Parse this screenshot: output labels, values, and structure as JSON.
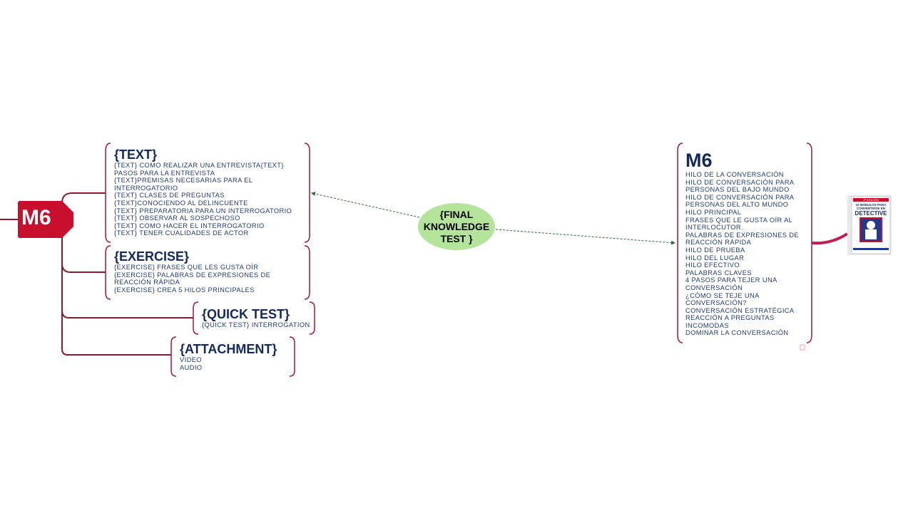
{
  "root": {
    "label": "M6",
    "color": "#c8102e"
  },
  "center": {
    "lines": [
      "{FINAL",
      "KNOWLEDGE",
      "TEST }"
    ],
    "color": "#b3e49a"
  },
  "branches": {
    "text": {
      "title": "{TEXT}",
      "items": [
        "{TEXT} COMO REALIZAR UNA ENTREVISTA{TEXT}",
        "PASOS PARA LA ENTREVISTA",
        "{TEXT}PREMISAS NECESARIAS PARA EL",
        "INTERROGATORIO",
        "{TEXT} CLASES DE PREGUNTAS",
        "{TEXT}CONOCIENDO AL DELINCUENTE",
        "{TEXT} PREPARATORIA PARA UN INTERROGATORIO",
        "{TEXT} OBSERVAR AL SOSPECHOSO",
        "{TEXT} COMO HACER EL INTERROGATORIO",
        "{TEXT} TENER CUALIDADES DE ACTOR"
      ]
    },
    "exercise": {
      "title": "{EXERCISE}",
      "items": [
        "{EXERCISE} FRASES QUE LES GUSTA OÍR",
        "{EXERCISE} PALABRAS DE EXPRESIONES DE",
        "REACCIÓN RÁPIDA",
        "{EXERCISE} CREA 5 HILOS PRINCIPALES"
      ]
    },
    "quick_test": {
      "title": "{QUICK TEST}",
      "items": [
        "{QUICK TEST} INTERROGATION"
      ]
    },
    "attachment": {
      "title": "{ATTACHMENT}",
      "items": [
        "VIDEO",
        "AUDIO"
      ]
    }
  },
  "right": {
    "title": "M6",
    "items": [
      "HILO DE LA CONVERSACIÓN",
      "HILO DE CONVERSACIÓN PARA",
      "PERSONAS DEL BAJO MUNDO",
      "HILO DE CONVERSACIÓN PARA",
      "PERSONAS DEL ALTO MUNDO",
      "HILO PRINCIPAL",
      "FRASES QUE LE GUSTA OÍR AL",
      "INTERLOCUTOR.",
      "PALABRAS DE EXPRESIONES DE",
      "REACCIÓN RÁPIDA",
      "HILO DE PRUEBA",
      "HILO DEL LUGAR",
      "HILO EFECTIVO",
      "PALABRAS CLAVES",
      "4 PASOS PARA TEJER UNA",
      "CONVERSACIÓN",
      "¿CÓMO SE TEJE UNA",
      "CONVERSACIÓN?",
      "CONVERSACIÓN ESTRATÉGICA",
      "REACCIÓN A PREGUNTAS",
      "INCOMODAS",
      "DOMINAR LA CONVERSACIÓN"
    ]
  },
  "book": {
    "edition": "2ª EDICIÓN",
    "line1": "10 MÓDULOS PARA",
    "line2": "CONVERTIRSE EN",
    "line3": "DETECTIVE"
  }
}
